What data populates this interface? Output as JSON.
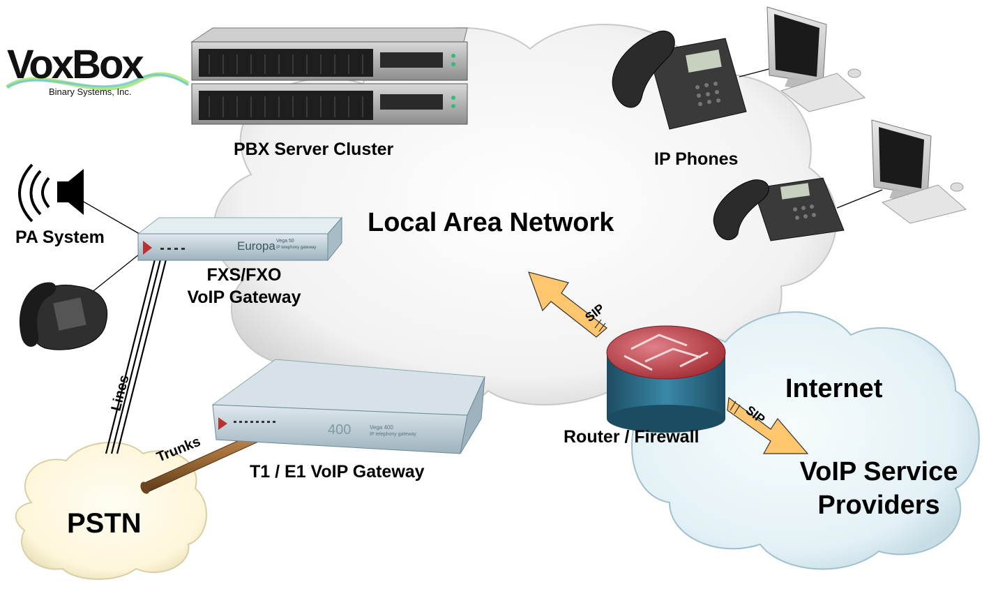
{
  "logo": {
    "name": "VoxBox",
    "subtitle": "Binary Systems, Inc."
  },
  "labels": {
    "pbx_cluster": "PBX Server Cluster",
    "ip_phones": "IP Phones",
    "pa_system": "PA System",
    "fxs_line1": "FXS/FXO",
    "fxs_line2": "VoIP Gateway",
    "lan": "Local Area Network",
    "lines": "Lines",
    "trunks": "Trunks",
    "t1_gateway": "T1 / E1 VoIP Gateway",
    "pstn": "PSTN",
    "router": "Router / Firewall",
    "internet": "Internet",
    "voip_line1": "VoIP Service",
    "voip_line2": "Providers",
    "sip_in": "SIP",
    "sip_out": "SIP"
  },
  "device_text": {
    "europa": "Europa",
    "europa_model": "Vega 50",
    "europa_sub": "IP telephony gateway",
    "gw400": "400",
    "gw400_model": "Vega 400",
    "gw400_sub": "IP telephony gateway"
  },
  "colors": {
    "arrow_fill": "#ffc66e",
    "cloud_fill": "#f3f3f3",
    "internet_cloud": "#e4f2f6",
    "pstn_cloud": "#fff9e0",
    "router_top": "#c0404a",
    "router_body": "#2e6f8c",
    "trunk_cable": "#9c6a35"
  }
}
